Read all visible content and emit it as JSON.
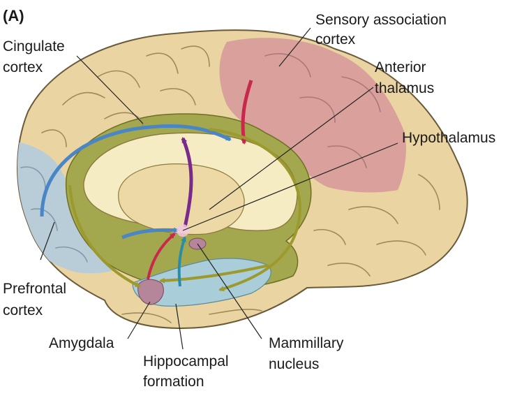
{
  "panel_label": "(A)",
  "labels": {
    "cingulate_cortex": [
      "Cingulate",
      "cortex"
    ],
    "sensory_association_cortex": [
      "Sensory association",
      "cortex"
    ],
    "anterior_thalamus": [
      "Anterior",
      "thalamus"
    ],
    "hypothalamus": [
      "Hypothalamus"
    ],
    "prefrontal_cortex": [
      "Prefrontal",
      "cortex"
    ],
    "amygdala": [
      "Amygdala"
    ],
    "hippocampal_formation": [
      "Hippocampal",
      "formation"
    ],
    "mammillary_nucleus": [
      "Mammillary",
      "nucleus"
    ]
  },
  "colors": {
    "cortex": "#e9d4a2",
    "cortex_outline": "#6b5a3a",
    "prefrontal_region": "#b9cdd8",
    "sensory_region": "#d9a09c",
    "cingulate_region": "#a3a84e",
    "corpus_callosum": "#f6ecc4",
    "thalamus": "#ecd9a6",
    "hippocampal_region": "#a9cdd9",
    "amygdala_region": "#b5869a",
    "arrow_blue": "#4a86c5",
    "arrow_olive": "#9c9a2c",
    "arrow_red": "#c8284c",
    "arrow_purple": "#7a2a8c",
    "arrow_teal": "#2b8ca8"
  }
}
